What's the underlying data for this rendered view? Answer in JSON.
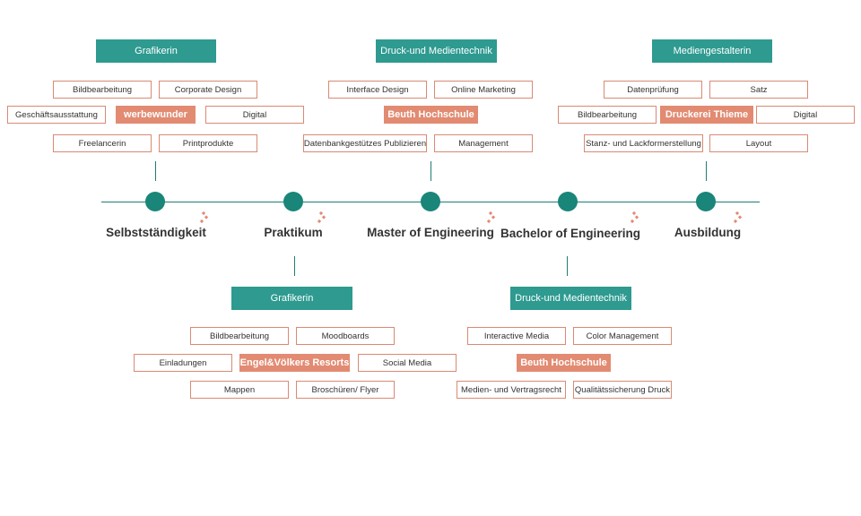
{
  "timeline": [
    {
      "label": "Selbstständigkeit"
    },
    {
      "label": "Praktikum"
    },
    {
      "label": "Master of Engineering"
    },
    {
      "label": "Bachelor of Engineering"
    },
    {
      "label": "Ausbildung"
    }
  ],
  "upper": {
    "selbst": {
      "role": "Grafikerin",
      "org": "werbewunder",
      "tags": [
        "Bildbearbeitung",
        "Corporate Design",
        "Geschäftsausstattung",
        "Digital",
        "Freelancerin",
        "Printprodukte"
      ]
    },
    "master": {
      "role": "Druck-und Medientechnik",
      "org": "Beuth Hochschule",
      "tags": [
        "Interface Design",
        "Online Marketing",
        "Datenbankgestützes Publizieren",
        "Management"
      ]
    },
    "ausbildung": {
      "role": "Mediengestalterin",
      "org": "Druckerei Thieme",
      "tags": [
        "Datenprüfung",
        "Satz",
        "Bildbearbeitung",
        "Digital",
        "Stanz- und Lackformerstellung",
        "Layout"
      ]
    }
  },
  "lower": {
    "praktikum": {
      "role": "Grafikerin",
      "org": "Engel&Völkers Resorts",
      "tags": [
        "Bildbearbeitung",
        "Moodboards",
        "Einladungen",
        "Social Media",
        "Mappen",
        "Broschüren/ Flyer"
      ]
    },
    "bachelor": {
      "role": "Druck-und Medientechnik",
      "org": "Beuth Hochschule",
      "tags": [
        "Interactive Media",
        "Color Management",
        "Medien- und Vertragsrecht",
        "Qualitätssicherung Druck"
      ]
    }
  },
  "colors": {
    "teal": "#2e9a90",
    "dot": "#1a8579",
    "salmon": "#e28b72",
    "border": "#d98a73"
  },
  "icons": [
    "sparkle-icon"
  ]
}
